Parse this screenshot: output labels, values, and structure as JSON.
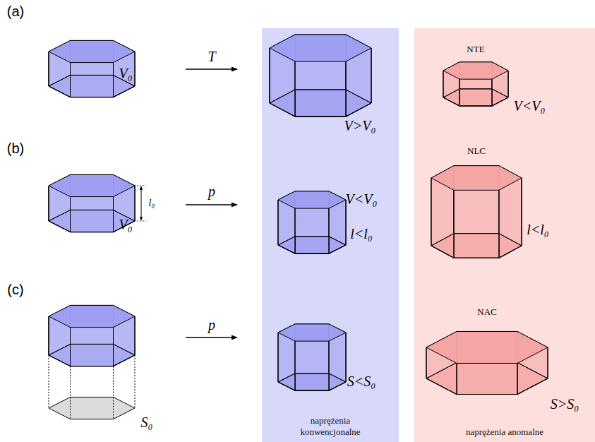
{
  "diagram": {
    "nodes": [
      {
        "text": [
          "naprężenia konwencjonalne"
        ]
      },
      {
        "text": [
          "naprężenia anomalne"
        ]
      }
    ],
    "labels": [
      "(a)",
      "T",
      "V₀",
      "V>V₀",
      "NTE",
      "V<V₀",
      "(b)",
      "p",
      "l₀",
      "V₀",
      "V<V₀",
      "l<l₀",
      "NLC",
      "l<l₀",
      "(c)",
      "p",
      "S₀",
      "S<S₀",
      "NAC",
      "S>S₀"
    ]
  }
}
